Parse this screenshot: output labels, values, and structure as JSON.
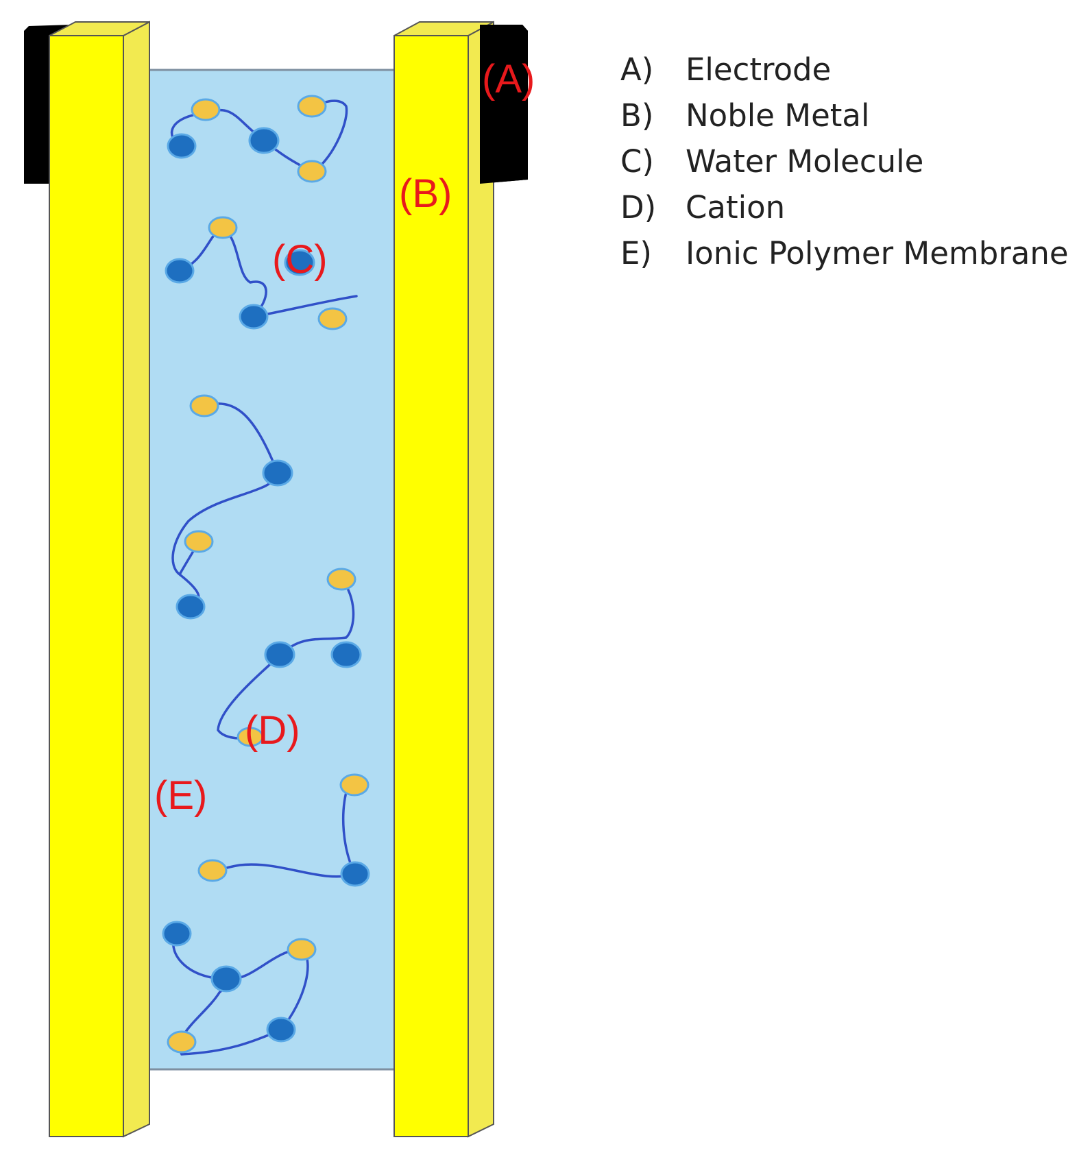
{
  "diagram": {
    "callouts": {
      "a": "(A)",
      "b": "(B)",
      "c": "(C)",
      "d": "(D)",
      "e": "(E)"
    },
    "legend": [
      {
        "key": "A)",
        "text": "Electrode"
      },
      {
        "key": "B)",
        "text": "Noble Metal"
      },
      {
        "key": "C)",
        "text": "Water Molecule"
      },
      {
        "key": "D)",
        "text": "Cation"
      },
      {
        "key": "E)",
        "text": "Ionic Polymer Membrane"
      }
    ]
  },
  "colors": {
    "electrode": "#000000",
    "noble_metal": "#ffff00",
    "noble_metal_side": "#f2ea50",
    "membrane": "#b0dcf3",
    "cation": "#1e6fc0",
    "water_molecule": "#f3c444",
    "polymer_chain": "#3050c8",
    "callout": "#e8191c"
  }
}
